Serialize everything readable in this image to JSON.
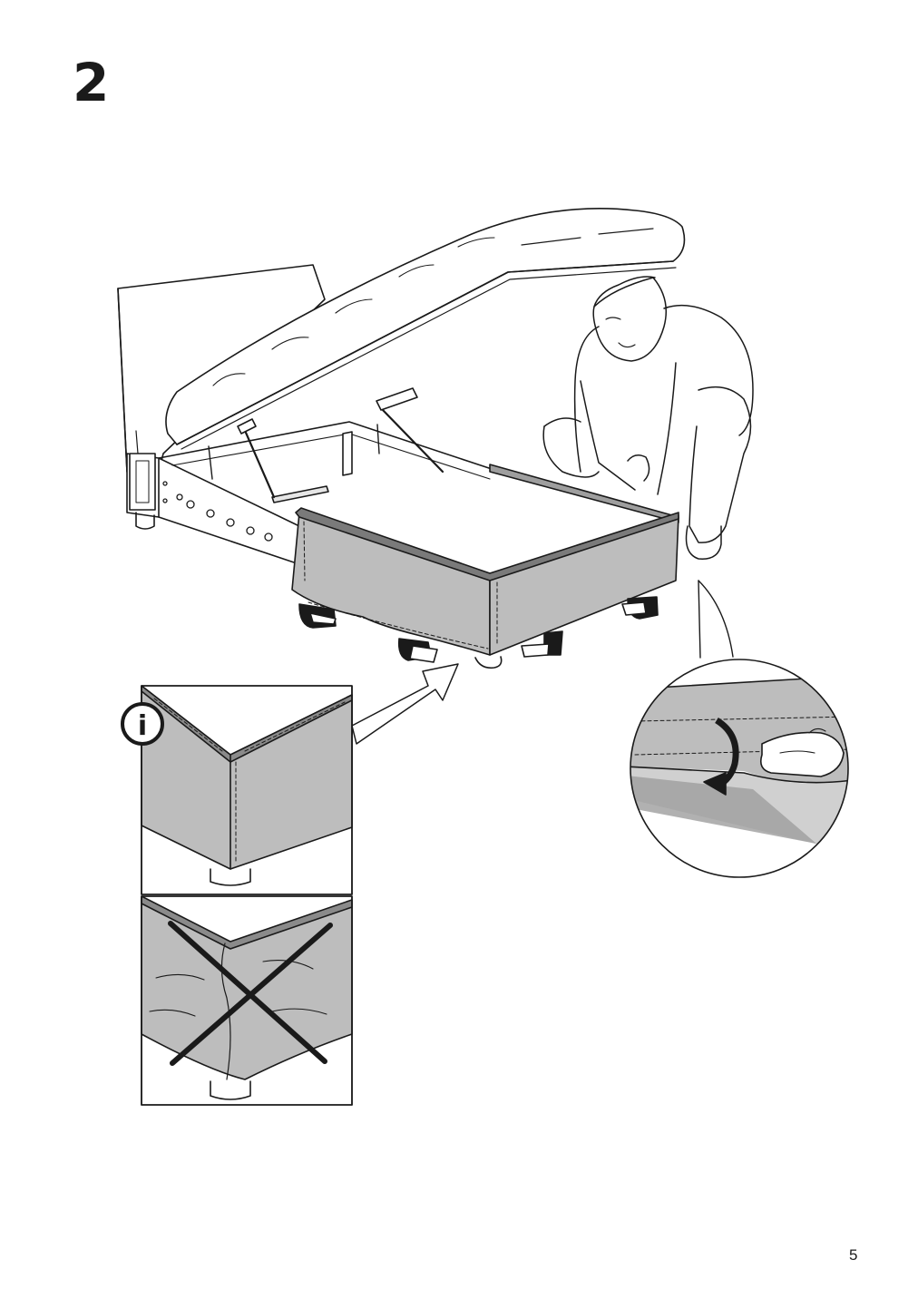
{
  "step": {
    "number": "2"
  },
  "page": {
    "number": "5"
  },
  "info_badge": {
    "glyph": "i"
  },
  "colors": {
    "fabric": "#bdbdbd",
    "fabric_light": "#d9d9d9",
    "line": "#1a1a1a",
    "background": "#ffffff"
  },
  "icons": [
    "info-icon",
    "rotate-arrow-icon",
    "wrong-cross-icon",
    "pointer-arrow-icon"
  ]
}
